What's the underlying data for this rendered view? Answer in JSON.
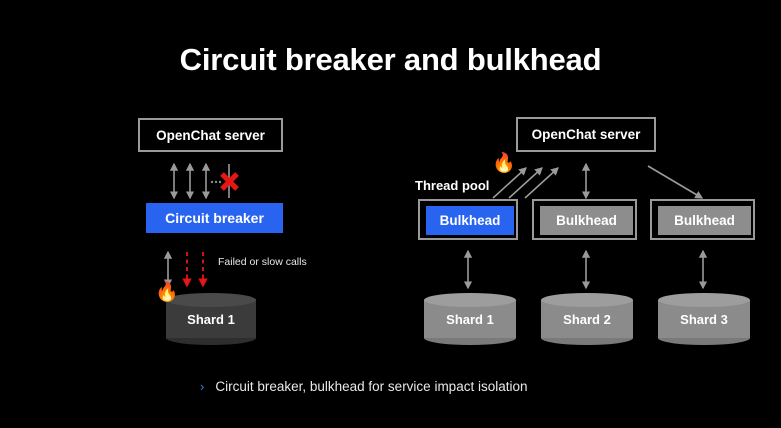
{
  "slide": {
    "title": "Circuit breaker and bulkhead",
    "background_color": "#000000",
    "title_color": "#ffffff"
  },
  "colors": {
    "accent_blue": "#2864f0",
    "bullet_blue": "#3f7fd6",
    "box_border_gray": "#9a9a9a",
    "bulkhead_gray": "#8d8d8d",
    "shard_gray": "#8b8b8b",
    "shard_dark": "#3b3b3b",
    "failure_red": "#e51616",
    "arrow_gray": "#9a9a9a"
  },
  "left_diagram": {
    "name": "circuit-breaker-diagram",
    "server": {
      "label": "OpenChat server"
    },
    "circuit_breaker": {
      "label": "Circuit breaker"
    },
    "blocked_marker": {
      "icon": "red-x-icon",
      "ellipsis": "..."
    },
    "failed_calls_label": "Failed or slow calls",
    "shard": {
      "label": "Shard 1",
      "state": "on-fire"
    },
    "fire_icon": "🔥"
  },
  "right_diagram": {
    "name": "bulkhead-diagram",
    "server": {
      "label": "OpenChat server"
    },
    "thread_pool_label": "Thread pool",
    "fire_icon": "🔥",
    "bulkheads": [
      {
        "label": "Bulkhead",
        "state": "saturated",
        "color": "#2864f0"
      },
      {
        "label": "Bulkhead",
        "state": "healthy",
        "color": "#8d8d8d"
      },
      {
        "label": "Bulkhead",
        "state": "healthy",
        "color": "#8d8d8d"
      }
    ],
    "shards": [
      {
        "label": "Shard 1"
      },
      {
        "label": "Shard 2"
      },
      {
        "label": "Shard 3"
      }
    ]
  },
  "footer": {
    "bullet_glyph": "›",
    "text": "Circuit breaker, bulkhead for service impact isolation"
  }
}
